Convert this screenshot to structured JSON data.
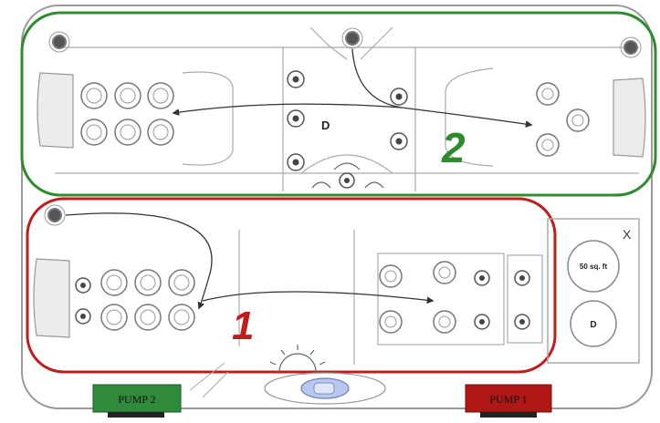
{
  "zones": [
    {
      "id": "zone-2",
      "number": "2",
      "color": "#2e8b2e"
    },
    {
      "id": "zone-1",
      "number": "1",
      "color": "#c01d1d"
    }
  ],
  "pumps": [
    {
      "id": "pump-2",
      "label": "PUMP 2",
      "color": "#2f8a3a"
    },
    {
      "id": "pump-1",
      "label": "PUMP 1",
      "color": "#b01818"
    }
  ],
  "side_panel": {
    "corner_mark": "X",
    "circle_top": "50 sq. ft",
    "circle_bottom": "D"
  },
  "center_mark": "D",
  "colors": {
    "outline": "#8a8a8a",
    "zone_2": "#2e8b2e",
    "zone_1": "#c01d1d"
  }
}
